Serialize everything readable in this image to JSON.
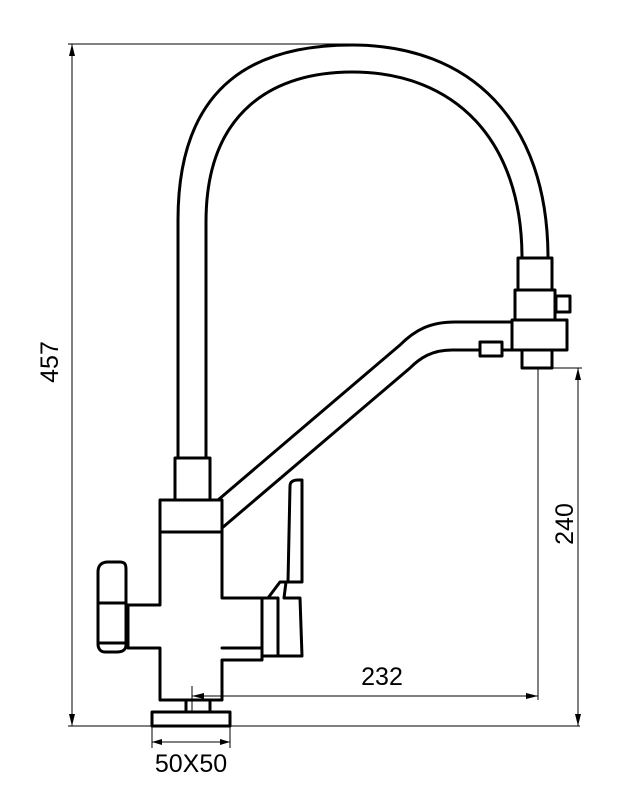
{
  "dimensions": {
    "total_height": "457",
    "spout_height": "240",
    "spout_reach": "232",
    "base_size": "50X50"
  },
  "colors": {
    "line": "#000000",
    "background": "#ffffff"
  }
}
